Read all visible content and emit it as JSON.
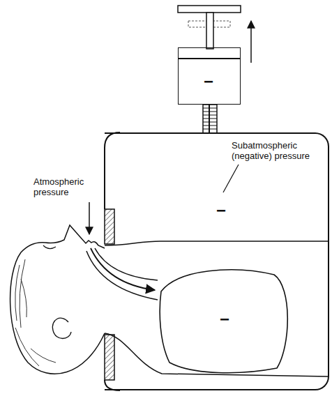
{
  "diagram": {
    "nodes": [
      {
        "text": [
          "−"
        ]
      },
      {
        "text": [
          "−"
        ]
      },
      {
        "text": [
          "−"
        ],
        "in": 1
      }
    ],
    "edges": [
      {
        "from": 0,
        "to": 1,
        "arrow": "none"
      }
    ],
    "labels": [
      "Atmospheric pressure",
      "Subatmospheric (negative) pressure"
    ]
  }
}
